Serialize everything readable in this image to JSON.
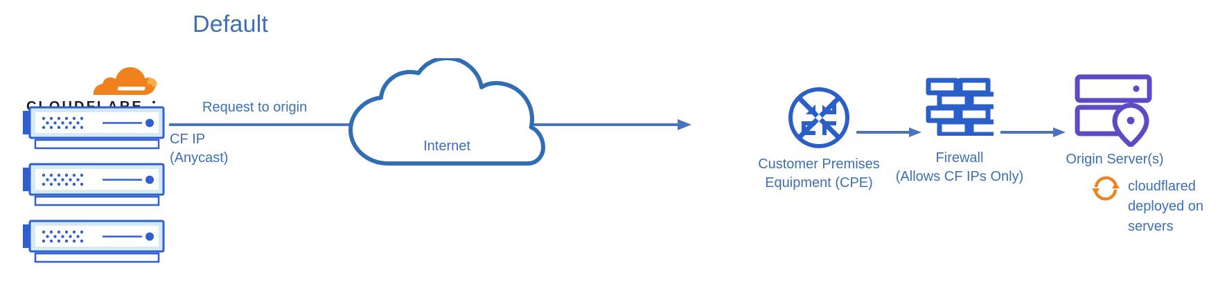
{
  "title": "Default",
  "colors": {
    "text_blue": "#3c6fb5",
    "icon_blue": "#2a5fc9",
    "server_blue": "#2f5ed0",
    "server_fill": "#eaf4fb",
    "origin_purple": "#5b4bc4",
    "cloudflare_orange": "#f0821e",
    "cloudflare_orange_light": "#f6ad4e",
    "arrow_blue": "#4a72bd",
    "cloud_blue": "#2f6db5",
    "wordmark_black": "#1d1d1b"
  },
  "edge": {
    "brand": "CLOUDFLARE",
    "logo_icon": "cloudflare-cloud-icon",
    "servers": [
      {
        "name": "cloudflare-server-1"
      },
      {
        "name": "cloudflare-server-2"
      },
      {
        "name": "cloudflare-server-3"
      }
    ]
  },
  "flow": {
    "request_label": "Request to origin",
    "source_ip_label": "CF IP\n(Anycast)",
    "main_arrow": "request-to-origin-arrow",
    "arrow_cpe_firewall": "cpe-to-firewall-arrow",
    "arrow_firewall_origin": "firewall-to-origin-arrow"
  },
  "internet": {
    "label": "Internet",
    "icon": "cloud-icon"
  },
  "cpe": {
    "label": "Customer Premises\nEquipment (CPE)",
    "icon": "router-icon"
  },
  "firewall": {
    "label": "Firewall\n(Allows CF IPs Only)",
    "icon": "brick-wall-icon"
  },
  "origin": {
    "label": "Origin Server(s)",
    "icon": "server-location-pin-icon",
    "tunnel_icon": "sync-arrows-icon",
    "tunnel_label": "cloudflared\ndeployed on\nservers"
  }
}
